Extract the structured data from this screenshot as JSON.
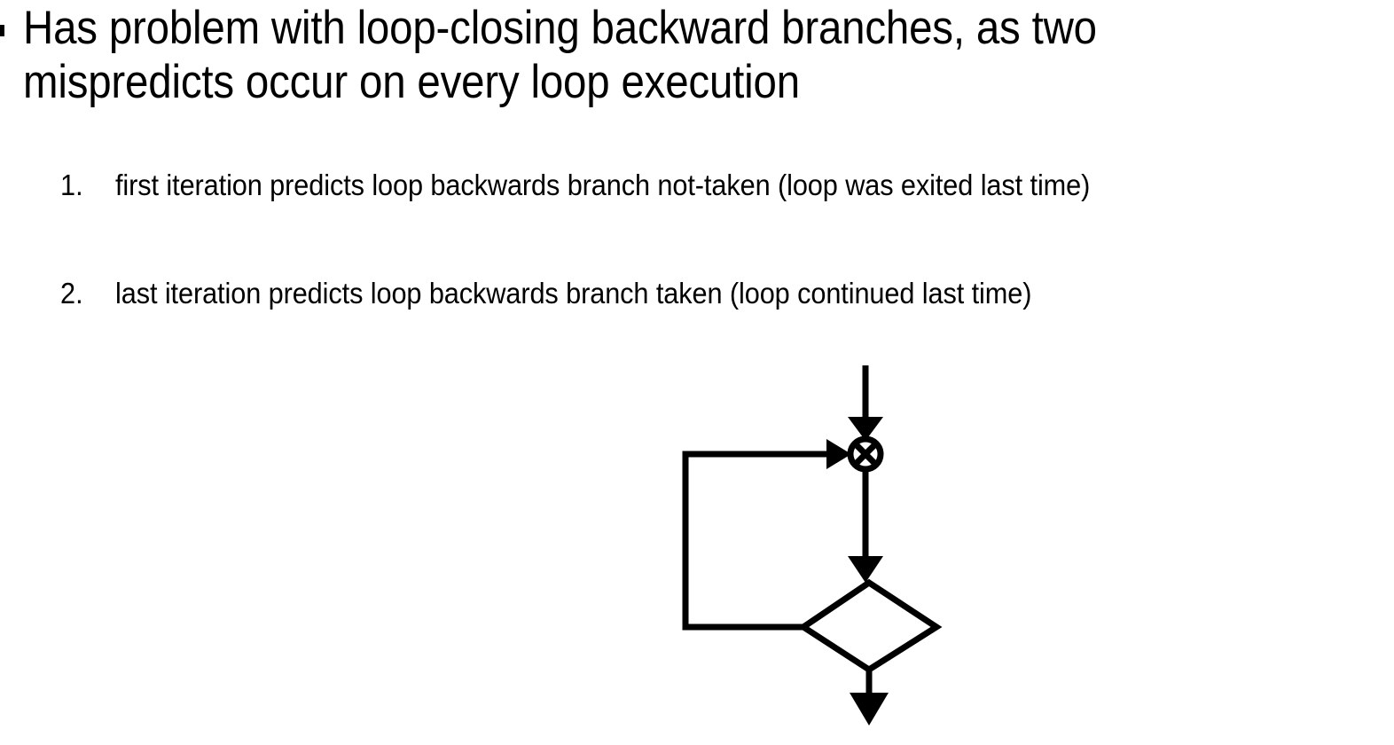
{
  "slide": {
    "background_color": "#ffffff",
    "text_color": "#000000",
    "bullet": {
      "marker_glyph": "square-bullet",
      "text": "Has problem with loop-closing backward branches, as two mispredicts occur on every loop execution"
    },
    "numbered_items": [
      {
        "number": "1.",
        "text": "first iteration predicts loop backwards branch not-taken (loop was exited last time)"
      },
      {
        "number": "2.",
        "text": "last iteration predicts loop backwards branch taken (loop continued last time)"
      }
    ],
    "diagram": {
      "name": "loop-flowchart",
      "stroke_color": "#000000",
      "stroke_width": 7,
      "nodes": [
        {
          "id": "entry-arrow",
          "type": "arrow",
          "direction": "down",
          "label": ""
        },
        {
          "id": "merge-junction",
          "type": "crossed-circle",
          "label": ""
        },
        {
          "id": "decision",
          "type": "diamond",
          "label": ""
        },
        {
          "id": "exit-arrow",
          "type": "arrow",
          "direction": "down",
          "label": ""
        },
        {
          "id": "loop-back-edge",
          "type": "feedback-path",
          "label": ""
        }
      ]
    }
  }
}
